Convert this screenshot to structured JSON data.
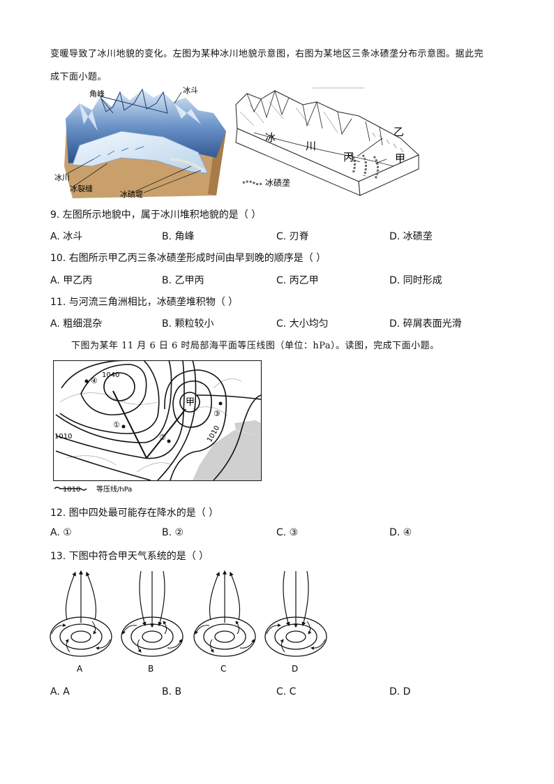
{
  "intro1": {
    "line1": "变暖导致了冰川地貌的变化。左图为某种冰川地貌示意图，右图为某地区三条冰碛垄分布示意图。据此完",
    "line2": "成下面小题。"
  },
  "fig1": {
    "label_jiaofeng": "角峰",
    "label_bingdou": "冰斗",
    "label_bingchuan": "冰川",
    "label_bingliefeng": "冰裂缝",
    "label_bingqidi": "冰碛堤"
  },
  "fig2": {
    "label_bing": "冰",
    "label_chuan": "川",
    "label_yi": "乙",
    "label_bing3": "丙",
    "label_jia": "甲",
    "legend": "冰碛垄"
  },
  "q9": {
    "stem": "9. 左图所示地貌中，属于冰川堆积地貌的是（    ）",
    "A": "A. 冰斗",
    "B": "B. 角峰",
    "C": "C. 刃脊",
    "D": "D. 冰碛垄"
  },
  "q10": {
    "stem": "10. 右图所示甲乙丙三条冰碛垄形成时间由早到晚的顺序是（    ）",
    "A": "A. 甲乙丙",
    "B": "B. 乙甲丙",
    "C": "C. 丙乙甲",
    "D": "D. 同时形成"
  },
  "q11": {
    "stem": "11. 与河流三角洲相比，冰碛垄堆积物（    ）",
    "A": "A. 粗细混杂",
    "B": "B. 颗粒较小",
    "C": "C. 大小均匀",
    "D": "D. 碎屑表面光滑"
  },
  "intro2": "下图为某年 11 月 6 日 6 时局部海平面等压线图（单位：hPa）。读图，完成下面小题。",
  "map": {
    "val_1040": "1040",
    "val_1010_left": "1010",
    "val_1010_right": "1010",
    "label_jia": "甲",
    "p1": "①",
    "p2": "②",
    "p3": "③",
    "p4": "④",
    "legend_value": "1010",
    "legend_text": "等压线/hPa"
  },
  "q12": {
    "stem": "12. 图中四处最可能存在降水的是（    ）",
    "A": "A. ①",
    "B": "B. ②",
    "C": "C. ③",
    "D": "D. ④"
  },
  "q13": {
    "stem": "13. 下图中符合甲天气系统的是（    ）",
    "diagram_labels": [
      "A",
      "B",
      "C",
      "D"
    ],
    "A": "A.  A",
    "B": "B. B",
    "C": "C. C",
    "D": "D. D"
  }
}
